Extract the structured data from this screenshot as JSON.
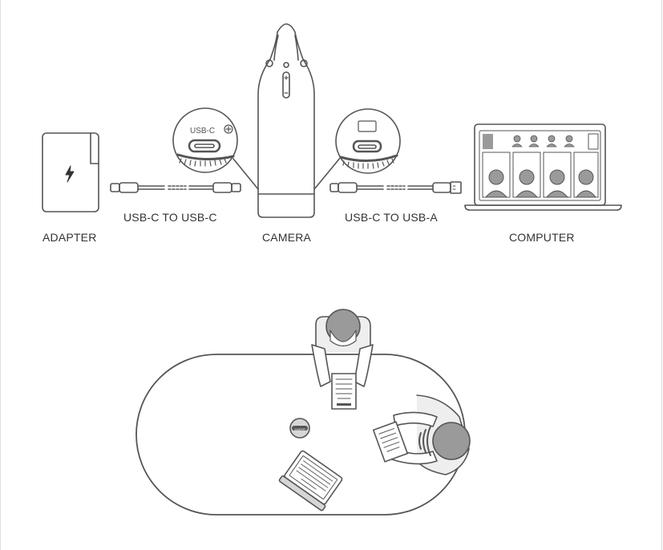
{
  "labels": {
    "adapter": "ADAPTER",
    "cable_left": "USB-C TO USB-C",
    "camera": "CAMERA",
    "cable_right": "USB-C TO USB-A",
    "computer": "COMPUTER"
  },
  "port_left_text": "USB-C",
  "camera_base_text": "ANKER",
  "colors": {
    "line": "#555555",
    "person_fill": "#9a9a9a",
    "light_fill": "#eeeeee",
    "mid_fill": "#d6d6d6"
  },
  "icons": {
    "adapter": "lightning-icon",
    "usb_c_port": "usb-c-port-icon",
    "usb_a_port": "usb-a-port-icon"
  }
}
